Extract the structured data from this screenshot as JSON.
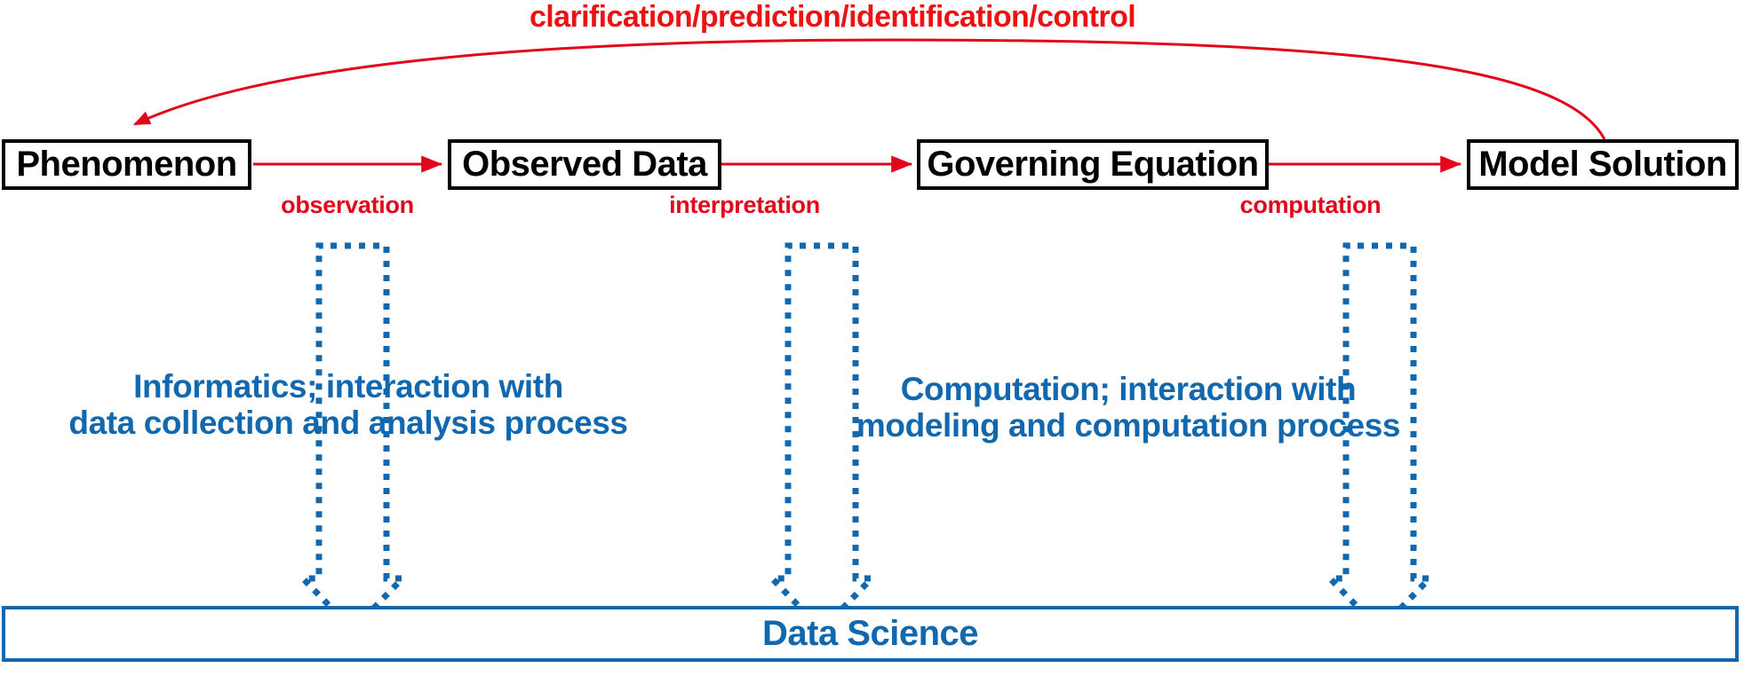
{
  "diagram": {
    "title_flow_label": "clarification/prediction/identification/control",
    "nodes": [
      {
        "id": "phenomenon",
        "label": "Phenomenon"
      },
      {
        "id": "observed-data",
        "label": "Observed Data"
      },
      {
        "id": "governing-equation",
        "label": "Governing Equation"
      },
      {
        "id": "model-solution",
        "label": "Model Solution"
      }
    ],
    "edge_labels": [
      {
        "id": "observation",
        "label": "observation"
      },
      {
        "id": "interpretation",
        "label": "interpretation"
      },
      {
        "id": "computation",
        "label": "computation"
      }
    ],
    "notes": [
      {
        "id": "informatics",
        "label": "Informatics; interaction with\ndata collection and analysis process"
      },
      {
        "id": "computation-note",
        "label": "Computation; interaction with\nmodeling and computation process"
      }
    ],
    "foundation": {
      "label": "Data Science"
    },
    "colors": {
      "flow_red": "#E2061A",
      "top_label_red": "#EE1111",
      "accent_blue": "#1268AE",
      "node_border": "#000000",
      "background": "#FFFFFF"
    }
  }
}
